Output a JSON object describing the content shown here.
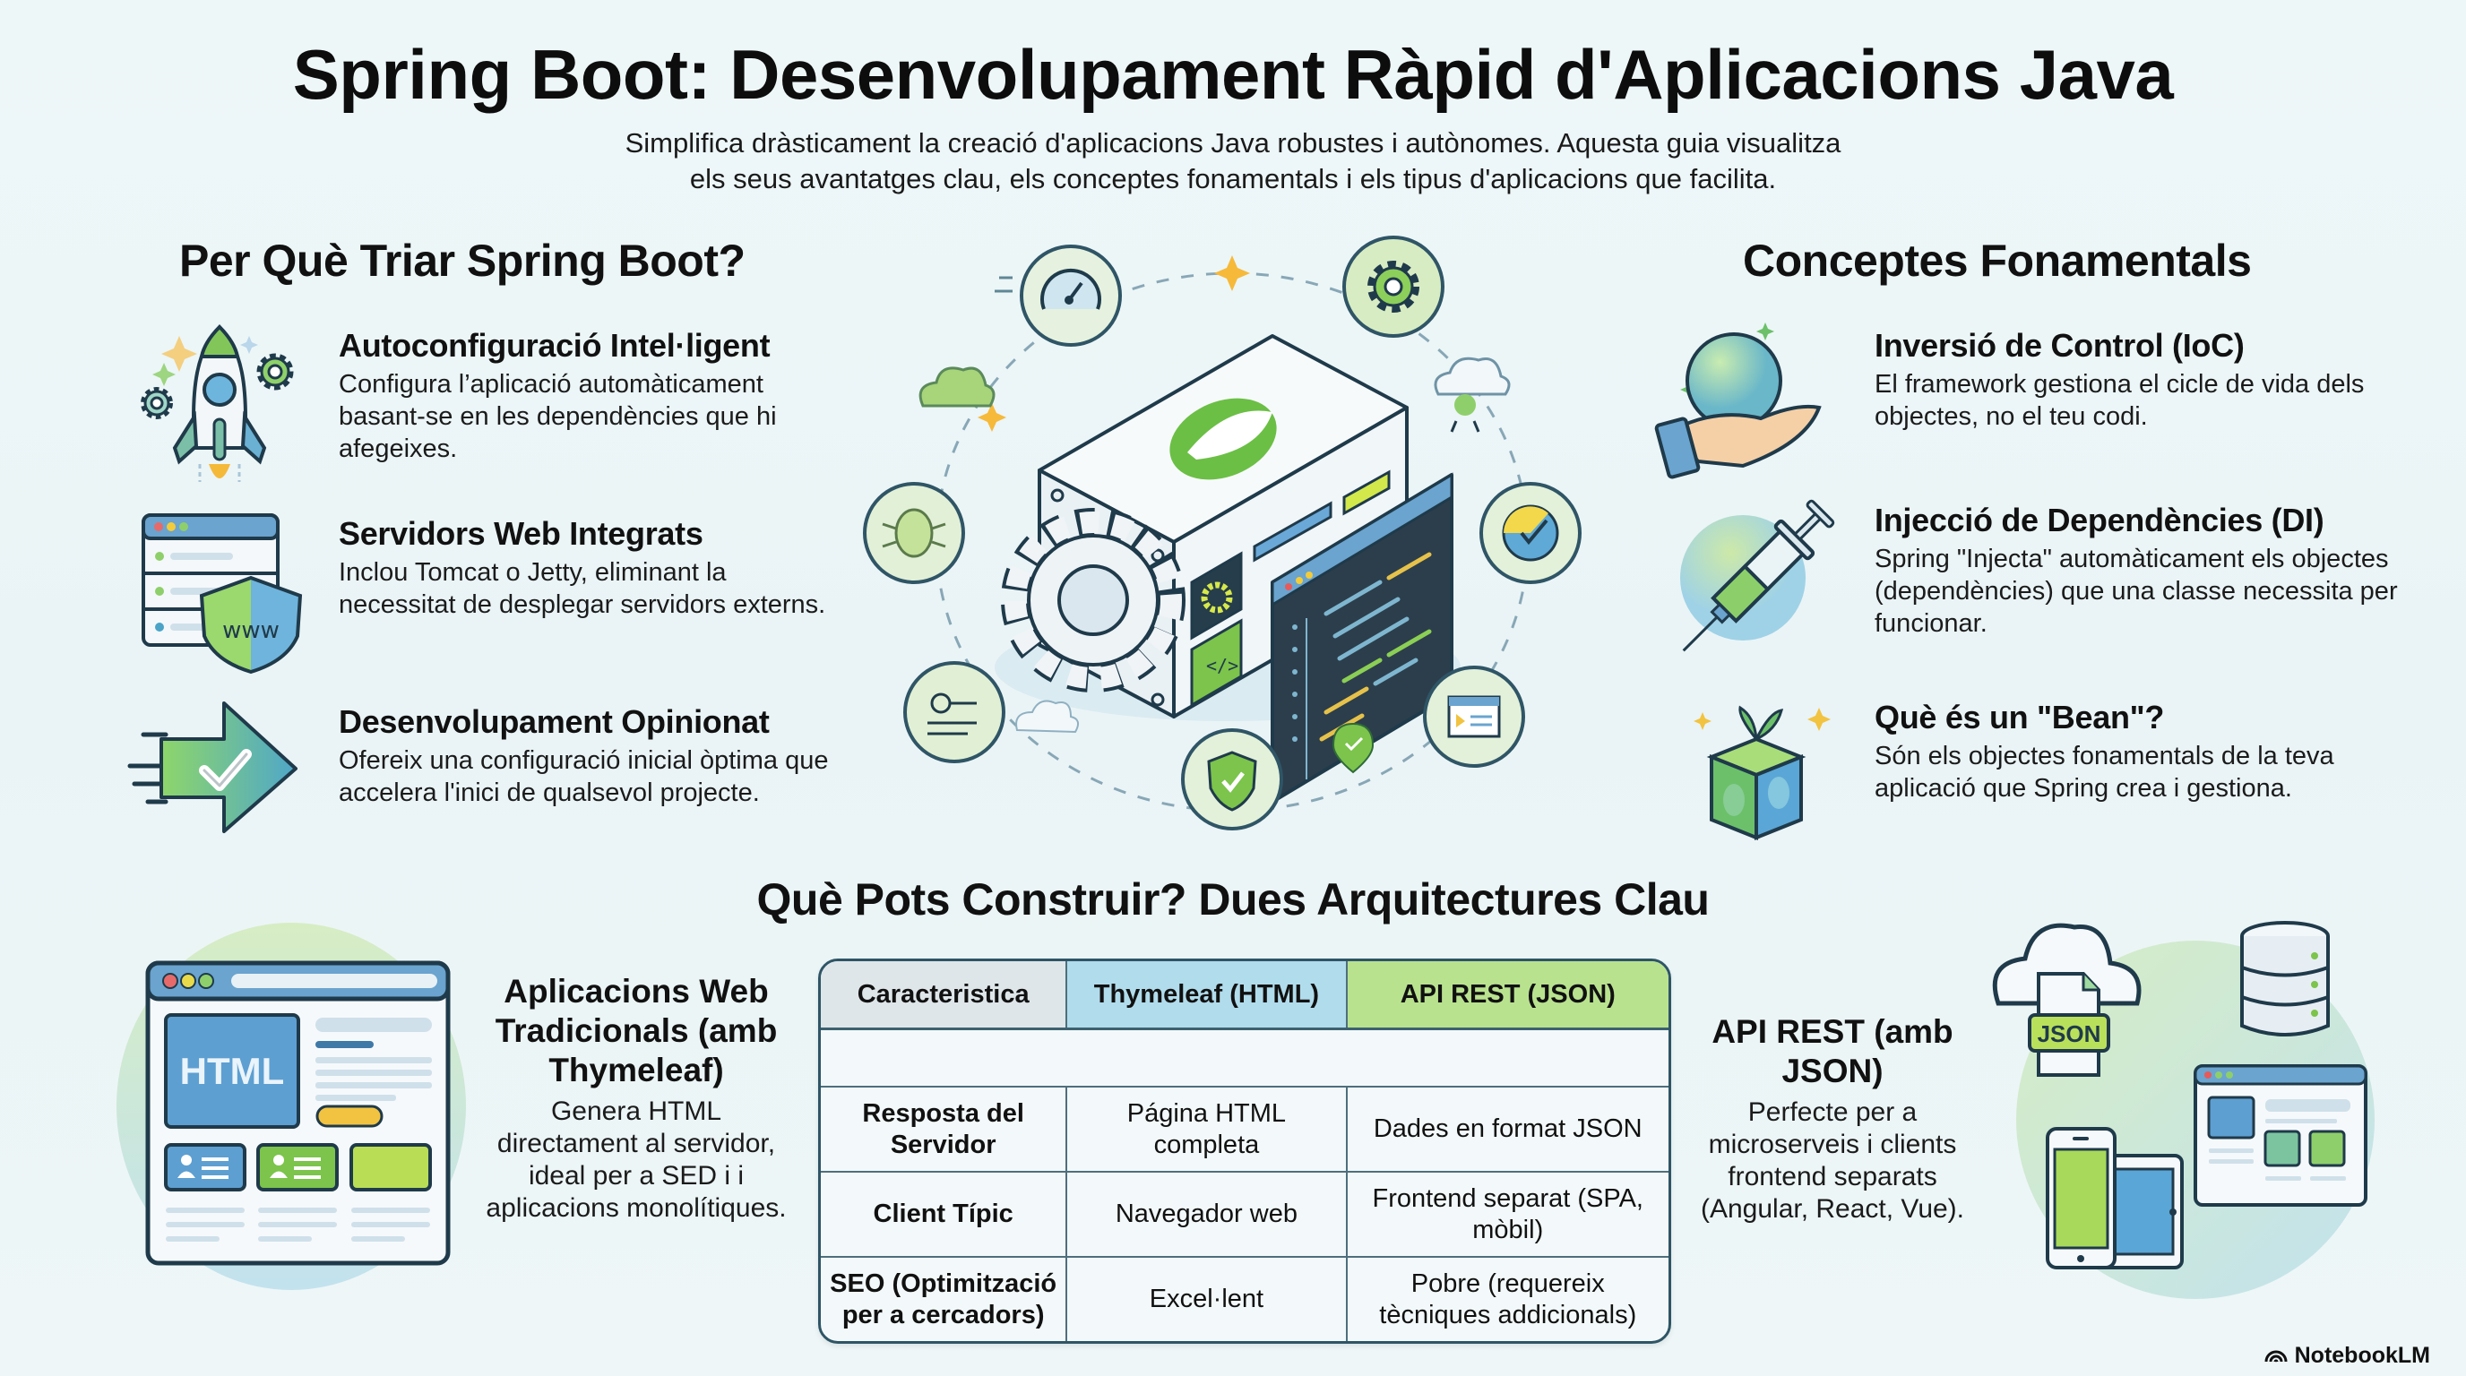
{
  "header": {
    "title": "Spring Boot: Desenvolupament Ràpid d'Aplicacions Java",
    "subtitle_line1": "Simplifica dràsticament la creació d'aplicacions Java robustes i autònomes. Aquesta guia visualitza",
    "subtitle_line2": "els seus avantatges clau, els conceptes fonamentals i els tipus d'aplicacions que facilita."
  },
  "why": {
    "heading": "Per Què Triar Spring Boot?",
    "items": [
      {
        "icon": "rocket-icon",
        "title": "Autoconfiguració Intel·ligent",
        "desc": "Configura l’aplicació automàticament basant-se en les dependències que hi afegeixes."
      },
      {
        "icon": "server-shield-www-icon",
        "title": "Servidors Web Integrats",
        "desc": "Inclou Tomcat o Jetty, eliminant la necessitat de desplegar servidors externs."
      },
      {
        "icon": "arrow-check-icon",
        "title": "Desenvolupament Opinionat",
        "desc": "Ofereix una configuració inicial òptima que accelera l'inici de qualsevol projecte."
      }
    ]
  },
  "concepts": {
    "heading": "Conceptes Fonamentals",
    "items": [
      {
        "icon": "hand-holding-sphere-icon",
        "title": "Inversió de Control (IoC)",
        "desc": "El framework gestiona el cicle de vida dels objectes, no el teu codi."
      },
      {
        "icon": "syringe-icon",
        "title": "Injecció de Dependències (DI)",
        "desc": "Spring \"Injecta\" automàticament els objectes (dependències) que una classe necessita per funcionar."
      },
      {
        "icon": "sprouting-cube-icon",
        "title": "Què és un \"Bean\"?",
        "desc": "Són els objectes fonamentals de la teva aplicació que Spring crea i gestiona."
      }
    ]
  },
  "center_illustration": {
    "icon": "spring-server-hub-icon",
    "orbit_icons": [
      "speedometer-icon",
      "gear-icon",
      "cloud-icon",
      "cloud-sprout-icon",
      "bug-icon",
      "check-badge-icon",
      "key-flow-icon",
      "shield-check-icon",
      "browser-window-icon"
    ]
  },
  "architectures": {
    "heading": "Què Pots Construir? Dues Arquitectures Clau",
    "left": {
      "icon": "html-webpage-icon",
      "illustration_label": "HTML",
      "title": "Aplicacions Web Tradicionals (amb Thymeleaf)",
      "desc": "Genera HTML directament al servidor, ideal per a SED i i aplicacions monolítiques."
    },
    "right": {
      "icon": "api-cloud-devices-icon",
      "illustration_label": "JSON",
      "title": "API REST (amb JSON)",
      "desc": "Perfecte per a microserveis i clients frontend separats (Angular, React, Vue)."
    },
    "table": {
      "headers": [
        "Caracteristica",
        "Thymeleaf (HTML)",
        "API REST (JSON)"
      ],
      "rows": [
        [
          "Resposta del Servidor",
          "Página HTML completa",
          "Dades en format JSON"
        ],
        [
          "Client Típic",
          "Navegador web",
          "Frontend separat (SPA, mòbil)"
        ],
        [
          "SEO (Optimització per a cercadors)",
          "Excel·lent",
          "Pobre (requereix tècniques addicionals)"
        ]
      ]
    }
  },
  "colors": {
    "green": "#7cc44b",
    "blue": "#5aa6d6",
    "dark_outline": "#1f3a4a",
    "yellow": "#f4c430",
    "header_gray": "#dfe6e9",
    "header_blue": "#b1dcec",
    "header_green": "#b9e28f"
  },
  "branding": {
    "label": "NotebookLM"
  }
}
